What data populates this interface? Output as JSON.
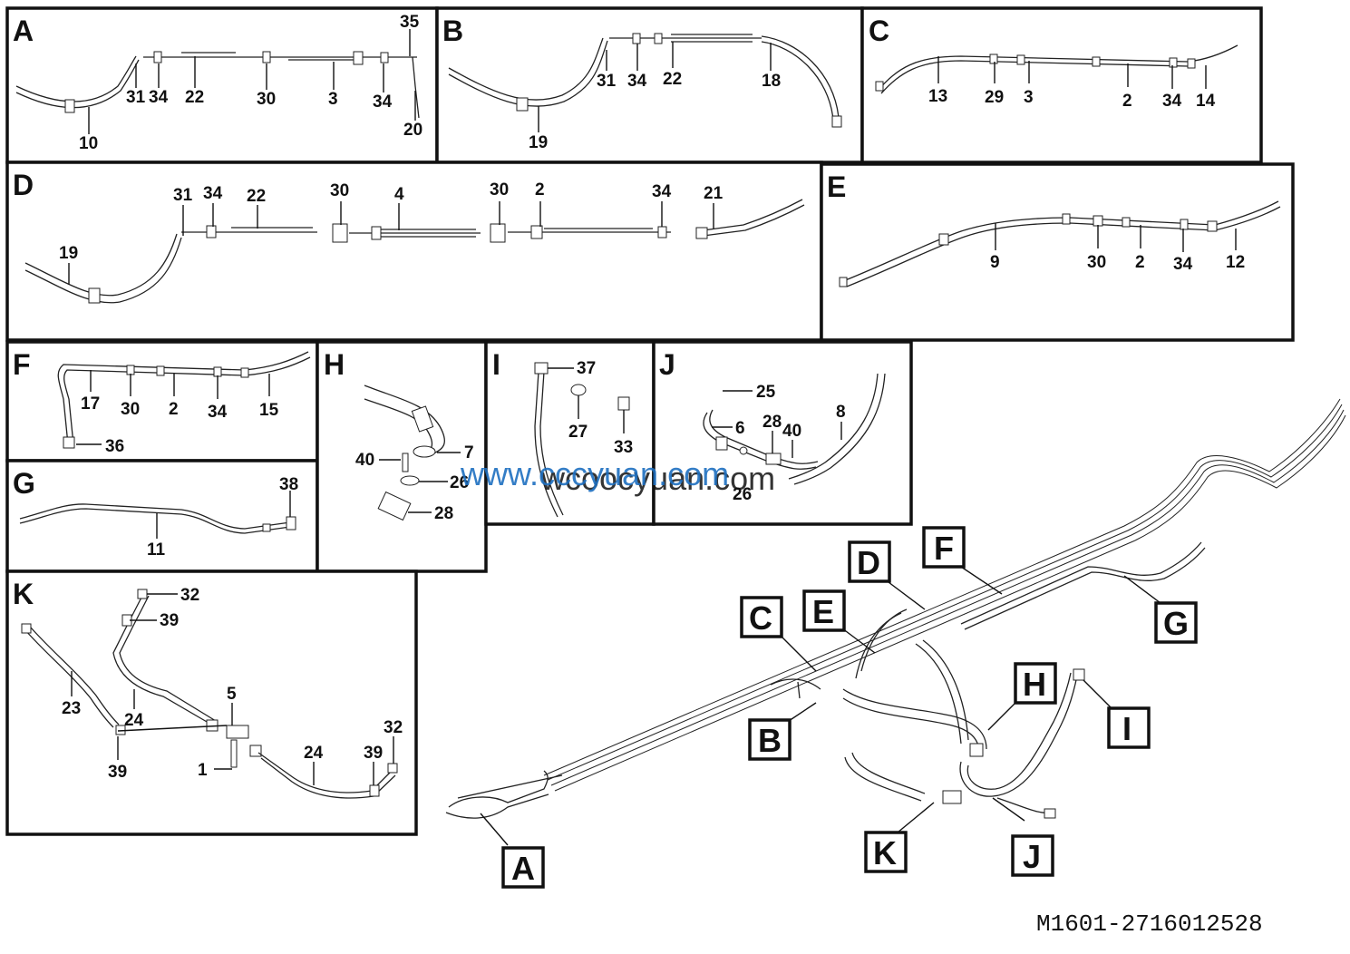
{
  "panels": {
    "A": {
      "letter": "A",
      "callouts": [
        "35",
        "31",
        "34",
        "22",
        "30",
        "3",
        "34",
        "20",
        "10"
      ]
    },
    "B": {
      "letter": "B",
      "callouts": [
        "31",
        "34",
        "22",
        "18",
        "19"
      ]
    },
    "C": {
      "letter": "C",
      "callouts": [
        "13",
        "29",
        "3",
        "2",
        "34",
        "14"
      ]
    },
    "D": {
      "letter": "D",
      "callouts": [
        "31",
        "34",
        "22",
        "30",
        "4",
        "30",
        "2",
        "34",
        "21",
        "19"
      ]
    },
    "E": {
      "letter": "E",
      "callouts": [
        "9",
        "30",
        "2",
        "34",
        "12"
      ]
    },
    "F": {
      "letter": "F",
      "callouts": [
        "17",
        "30",
        "2",
        "34",
        "15",
        "36"
      ]
    },
    "G": {
      "letter": "G",
      "callouts": [
        "38",
        "11"
      ]
    },
    "H": {
      "letter": "H",
      "callouts": [
        "7",
        "40",
        "26",
        "28"
      ]
    },
    "I": {
      "letter": "I",
      "callouts": [
        "37",
        "27",
        "33"
      ]
    },
    "J": {
      "letter": "J",
      "callouts": [
        "25",
        "6",
        "28",
        "40",
        "8",
        "26"
      ]
    },
    "K": {
      "letter": "K",
      "callouts": [
        "32",
        "39",
        "23",
        "24",
        "5",
        "39",
        "1",
        "24",
        "39",
        "32"
      ]
    }
  },
  "assembly_tags": [
    "A",
    "B",
    "C",
    "D",
    "E",
    "F",
    "G",
    "H",
    "I",
    "J",
    "K"
  ],
  "watermark": "www.cccyuan.com",
  "watermark_overlay": "wcoocyuan.com",
  "drawing_code": "M1601-2716012528"
}
